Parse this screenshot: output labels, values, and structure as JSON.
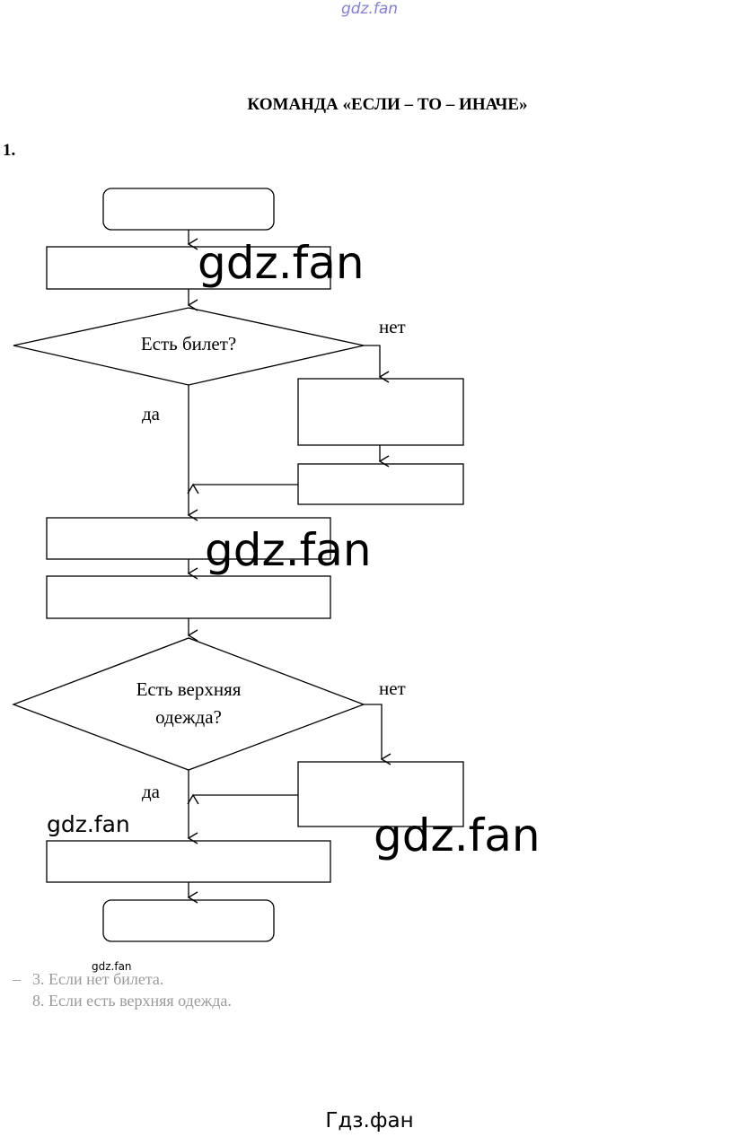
{
  "watermark_top": "gdz.fan",
  "title": "КОМАНДА «ЕСЛИ – ТО – ИНАЧЕ»",
  "task_number": "1.",
  "flowchart": {
    "decision1": "Есть билет?",
    "decision1_no": "нет",
    "decision1_yes": "да",
    "decision2_line1": "Есть верхняя",
    "decision2_line2": "одежда?",
    "decision2_no": "нет",
    "decision2_yes": "да"
  },
  "watermarks": {
    "w1": "gdz.fan",
    "w2": "gdz.fan",
    "w3": "gdz.fan",
    "w4": "gdz.fan",
    "w5": "gdz.fan"
  },
  "notes": {
    "dash": "–",
    "line1": "3. Если нет билета.",
    "line2": "8. Если есть верхняя одежда."
  },
  "footer": "Гдз.фан"
}
